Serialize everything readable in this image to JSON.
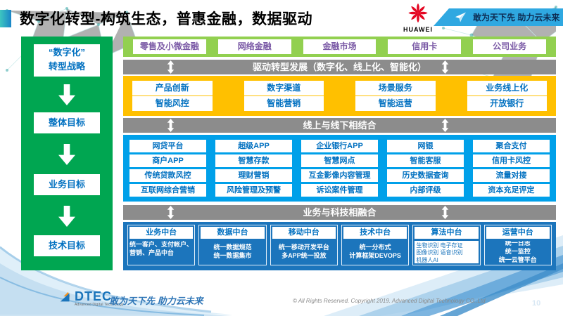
{
  "header": {
    "title": "数字化转型-构筑生态，普惠金融，数据驱动",
    "huawei": "HUAWEI",
    "ribbon_slogan": "敢为天下先 助力云未来"
  },
  "sidebar": {
    "strategy": "“数字化”\n转型战略",
    "goal_overall": "整体目标",
    "goal_business": "业务目标",
    "goal_tech": "技术目标"
  },
  "flow": {
    "business_lines": [
      "零售及小微金融",
      "网络金融",
      "金融市场",
      "信用卡",
      "公司业务"
    ],
    "banner_drive": "驱动转型发展（数字化、线上化、智能化）",
    "transform_row1": [
      "产品创新",
      "数字渠道",
      "场景服务",
      "业务线上化"
    ],
    "transform_row2": [
      "智能风控",
      "智能营销",
      "智能运营",
      "开放银行"
    ],
    "banner_online_offline": "线上与线下相结合",
    "capability_rows": [
      [
        "网贷平台",
        "超级APP",
        "企业银行APP",
        "网银",
        "聚合支付"
      ],
      [
        "商户APP",
        "智慧存款",
        "智慧网点",
        "智能客服",
        "信用卡风控"
      ],
      [
        "传统贷款风控",
        "理财营销",
        "互金影像内容管理",
        "历史数据查询",
        "流量对接"
      ],
      [
        "互联网综合营销",
        "风险管理及预警",
        "诉讼案件管理",
        "内部评级",
        "资本充足评定"
      ]
    ],
    "banner_tech_fusion": "业务与科技相融合",
    "platforms": [
      {
        "title": "业务中台",
        "detail": "统一客户、支付帐户、营销、产品中台"
      },
      {
        "title": "数据中台",
        "detail": "统一数据规范\n统一数据集市"
      },
      {
        "title": "移动中台",
        "detail": "统一移动开发平台\n多APP统一投放"
      },
      {
        "title": "技术中台",
        "detail": "统一分布式\n计算框架DEVOPS"
      },
      {
        "title": "算法中台",
        "detail": "生物识别 电子存证\n图像识别 语音识别\n机器人AI"
      },
      {
        "title": "运营中台",
        "detail": "统一日志\n统一监控\n统一云管平台"
      }
    ]
  },
  "footer": {
    "logo": "DTEC",
    "logo_sub": "Advanced Digital Technology",
    "slogan": "敢为天下先   助力云未来",
    "copyright": "© All Rights Reserved. Copyright 2019. Advanced Digital Technology CO.,Ltd",
    "page": "10"
  },
  "colors": {
    "green_dark": "#00A651",
    "green_light": "#92D050",
    "yellow": "#FFC000",
    "cyan": "#00A0E9",
    "blue_dark": "#1C75BC",
    "gray_banner": "#8C8C8C",
    "text_blue": "#0070C0",
    "text_purple": "#7B5AA6",
    "huawei_red": "#E40521",
    "ribbon_blue": "#2FA8E1"
  }
}
